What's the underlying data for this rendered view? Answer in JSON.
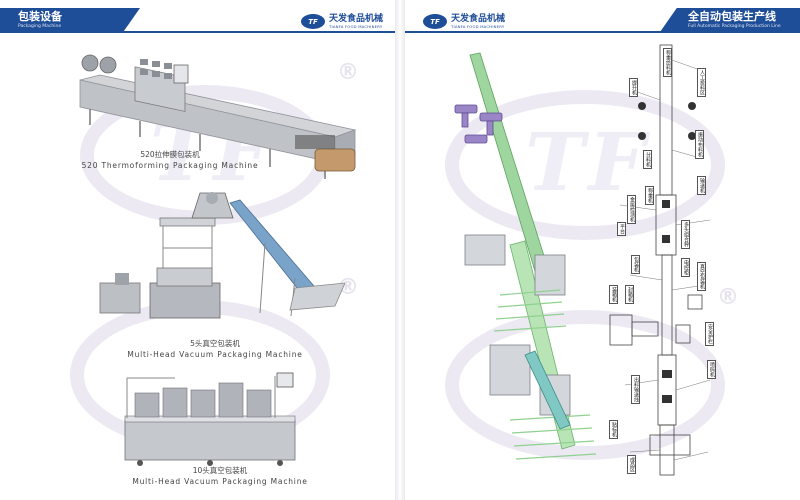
{
  "left_page": {
    "header": {
      "title": "包装设备",
      "subtitle": "Packaging Machine"
    },
    "logo": {
      "mark": "TF",
      "name_cn": "天发食品机械",
      "name_en": "TIANFA FOOD MACHINERY"
    },
    "watermark": {
      "text": "TF",
      "registered": "®"
    },
    "machines": [
      {
        "caption_cn": "520拉伸膜包装机",
        "caption_en": "520 Thermoforming Packaging Machine"
      },
      {
        "caption_cn": "5头真空包装机",
        "caption_en": "Multi-Head Vacuum Packaging Machine"
      },
      {
        "caption_cn": "10头真空包装机",
        "caption_en": "Multi-Head Vacuum Packaging Machine"
      }
    ]
  },
  "right_page": {
    "header": {
      "title": "全自动包装生产线",
      "subtitle": "Full Automatic Packaging Production Line"
    },
    "logo": {
      "mark": "TF",
      "name_cn": "天发食品机械",
      "name_en": "TIANFA FOOD MACHINERY"
    },
    "watermark": {
      "text": "TF",
      "registered": "®"
    },
    "diagram_labels": [
      {
        "id": "l1",
        "text": "称重给料机"
      },
      {
        "id": "l2",
        "text": "人工投料区"
      },
      {
        "id": "l3",
        "text": "提升机"
      },
      {
        "id": "l4",
        "text": "振动布料机"
      },
      {
        "id": "l5",
        "text": "分料机"
      },
      {
        "id": "l6",
        "text": "输送机"
      },
      {
        "id": "l7",
        "text": "金属检测机"
      },
      {
        "id": "l8",
        "text": "称重机"
      },
      {
        "id": "l9",
        "text": "多头组合秤"
      },
      {
        "id": "l10",
        "text": "平台"
      },
      {
        "id": "l11",
        "text": "包装机"
      },
      {
        "id": "l12",
        "text": "电控柜"
      },
      {
        "id": "l13",
        "text": "真空包装机"
      },
      {
        "id": "l14",
        "text": "装箱机"
      },
      {
        "id": "l15",
        "text": "封箱机"
      },
      {
        "id": "l16",
        "text": "安全护栏"
      },
      {
        "id": "l17",
        "text": "出料输送线"
      },
      {
        "id": "l18",
        "text": "喷码机"
      },
      {
        "id": "l19",
        "text": "贴标机"
      },
      {
        "id": "l20",
        "text": "成品区"
      }
    ]
  },
  "colors": {
    "brand_blue": "#1f4e99",
    "watermark": "#ece9f3",
    "steel": "#b9bcc2",
    "green_rail": "#8fd18f"
  }
}
